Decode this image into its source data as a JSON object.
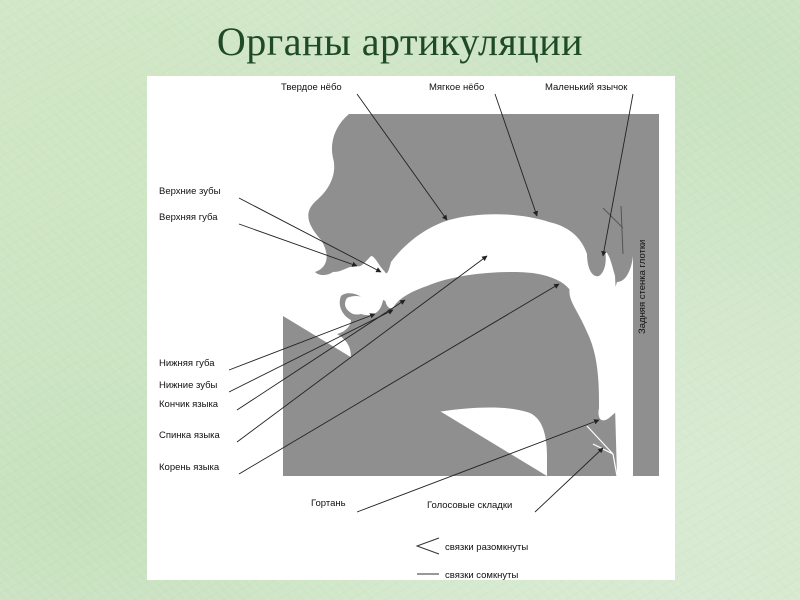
{
  "title": "Органы артикуляции",
  "labels": {
    "hard_palate": "Твердое нёбо",
    "soft_palate": "Мягкое нёбо",
    "uvula": "Маленький язычок",
    "upper_teeth": "Верхние зубы",
    "upper_lip": "Верхняя губа",
    "lower_lip": "Нижняя губа",
    "lower_teeth": "Нижние зубы",
    "tongue_tip": "Кончик языка",
    "tongue_back": "Спинка языка",
    "tongue_root": "Корень языка",
    "pharynx_wall": "Задняя стенка глотки",
    "larynx": "Гортань",
    "vocal_folds": "Голосовые складки"
  },
  "legend": {
    "open": "связки разомкнуты",
    "closed": "связки сомкнуты"
  },
  "colors": {
    "title": "#1e4a26",
    "diagram_fill": "#8f8f8f",
    "panel": "#ffffff"
  }
}
